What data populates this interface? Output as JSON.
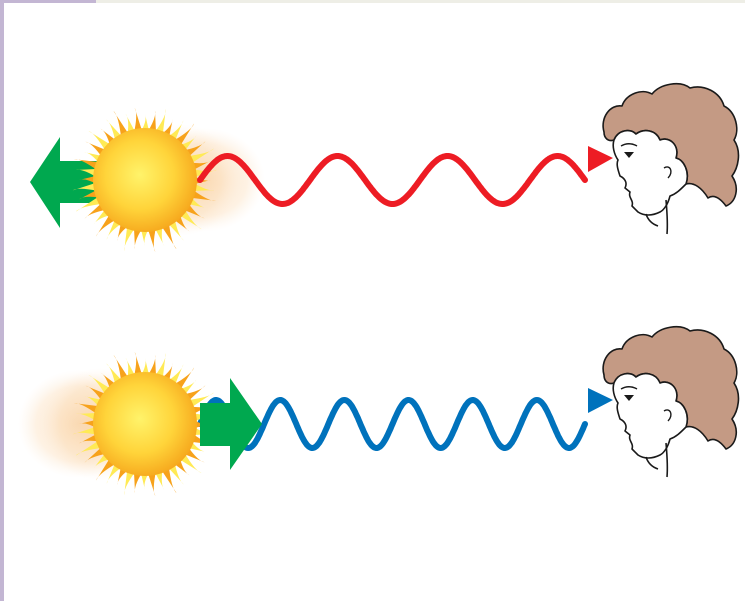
{
  "colors": {
    "frame_accent": "#c3b6d3",
    "frame_top": "#eeeee6",
    "motion_arrow": "#00a84f",
    "redshift_wave": "#ed1c24",
    "blueshift_wave": "#0072bc",
    "star_core": "#ffea55",
    "star_edge": "#f7a21b",
    "hair": "#c49a84"
  },
  "panels": [
    {
      "name": "receding-star",
      "motion": "away-from-observer",
      "wave_color_key": "redshift_wave",
      "wave_cycles": 3.5
    },
    {
      "name": "approaching-star",
      "motion": "toward-observer",
      "wave_color_key": "blueshift_wave",
      "wave_cycles": 6
    }
  ],
  "icons": {
    "star": "star-icon",
    "observer": "observer-head-icon",
    "motion_arrow": "motion-arrow-icon",
    "wave": "light-wave-icon"
  }
}
